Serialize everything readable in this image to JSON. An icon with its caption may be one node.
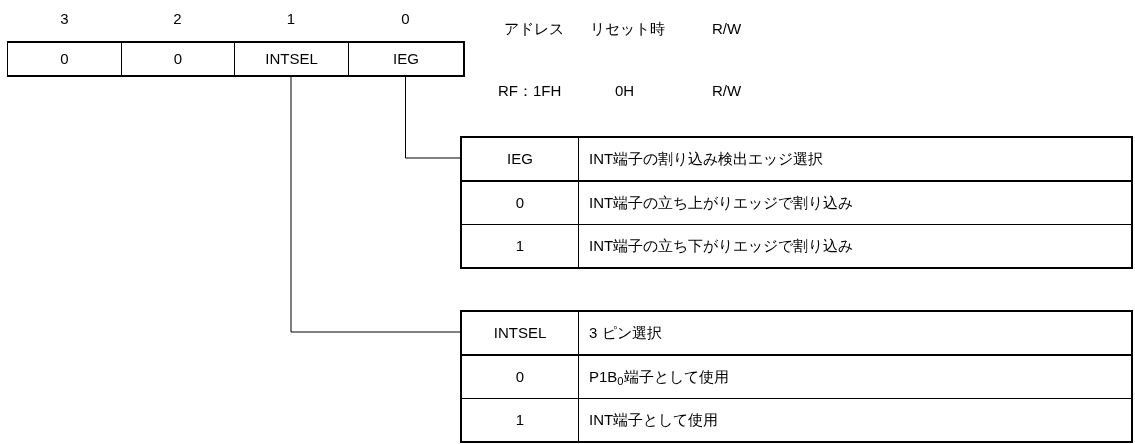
{
  "diagram": {
    "nodes": [
      {
        "text": [
          "0"
        ]
      },
      {
        "text": [
          "0"
        ]
      },
      {
        "text": [
          "INTSEL"
        ]
      },
      {
        "text": [
          "IEG"
        ]
      },
      {
        "text": [
          "IEG",
          "INT端子の割り込み検出エッジ選択",
          "0",
          "INT端子の立ち上がりエッジで割り込み",
          "1",
          "INT端子の立ち下がりエッジで割り込み"
        ]
      },
      {
        "text": [
          "INTSEL",
          "3 ピン選択",
          "0",
          "P1B$_{0}$端子として使用",
          "1",
          "INT端子として使用"
        ]
      }
    ],
    "edges": [
      {
        "from": 3,
        "to": 4,
        "arrow": "none"
      },
      {
        "from": 2,
        "to": 5,
        "arrow": "none"
      }
    ],
    "labels": [
      "3",
      "2",
      "1",
      "0",
      "アドレス",
      "リセット時",
      "R/W",
      "RF：1FH",
      "0H",
      "R/W"
    ]
  }
}
